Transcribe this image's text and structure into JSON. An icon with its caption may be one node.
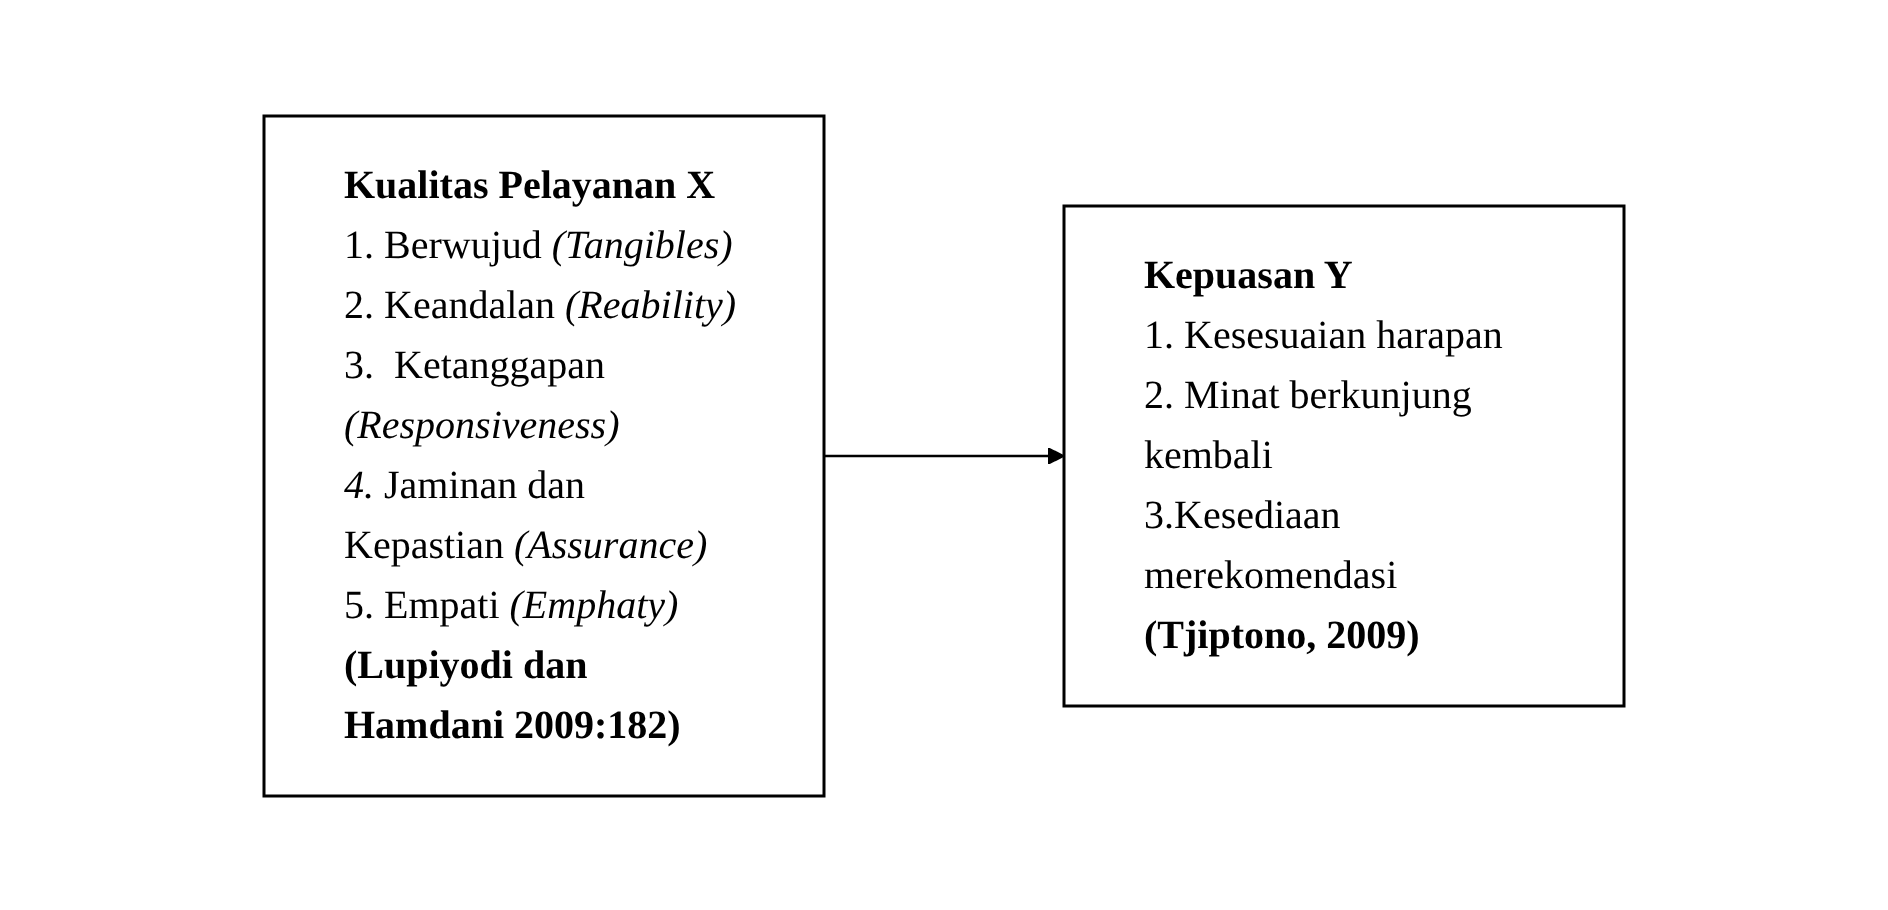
{
  "diagram": {
    "nodes": [
      {
        "text": [
          "Kualitas Pelayanan X",
          "1. Berwujud *(Tangibles)*",
          "2. Keandalan *(Reability)*",
          "3.  Ketanggapan *(Responsiveness)*",
          "*4.* Jaminan dan Kepastian *(Assurance)*",
          "5. Empati *(Emphaty)*",
          "(Lupiyodi dan Hamdani 2009:182)"
        ]
      },
      {
        "text": [
          "Kepuasan Y",
          "1. Kesesuaian harapan",
          "2. Minat berkunjung kembali",
          "3.Kesediaan merekomendasi",
          "(Tjiptono, 2009)"
        ]
      }
    ],
    "edges": [
      {
        "from": 0,
        "to": 1,
        "arrow": "to"
      }
    ]
  }
}
